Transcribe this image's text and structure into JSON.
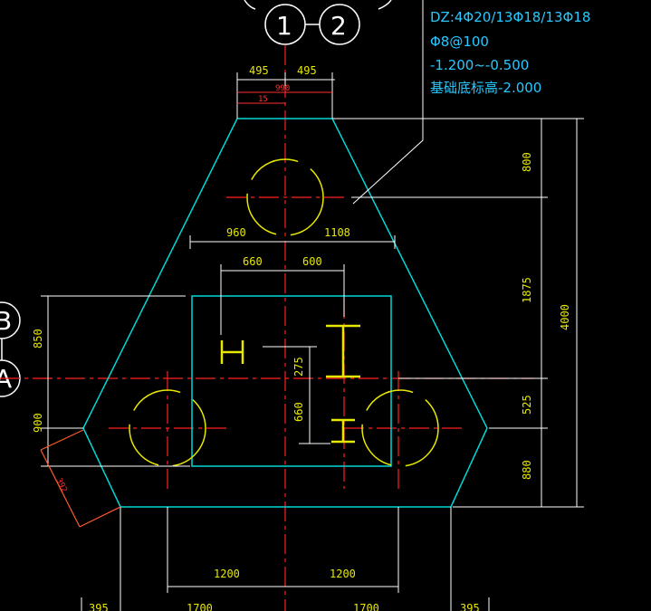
{
  "annotation": {
    "line1": "DZ:4Φ20/13Φ18/13Φ18",
    "line2": "Φ8@100",
    "line3": "-1.200~-0.500",
    "line4": "基础底标高-2.000"
  },
  "grid_labels": {
    "axis_1": "1",
    "axis_2": "2",
    "axis_b": "B",
    "axis_a": "A"
  },
  "dimensions": {
    "top_left": "495",
    "top_right": "495",
    "top_total": "990",
    "top_small": "15",
    "mid_left": "960",
    "mid_right": "1108",
    "inner_left": "660",
    "inner_right": "600",
    "right_800": "800",
    "right_1875": "1875",
    "right_4000": "4000",
    "right_525": "525",
    "right_880": "880",
    "left_850": "850",
    "left_900": "900",
    "left_diag": "392",
    "v_275": "275",
    "v_660": "660",
    "bottom_left": "1200",
    "bottom_right": "1200",
    "bottom_1700_left": "1700",
    "bottom_1700_right": "1700",
    "bottom_395_left": "395",
    "bottom_395_right": "395"
  },
  "colors": {
    "outline": "#00d8d8",
    "centerline": "#ff2020",
    "dimension": "#e8e800",
    "annotation": "#28c8ff",
    "leader": "#ffffff"
  }
}
